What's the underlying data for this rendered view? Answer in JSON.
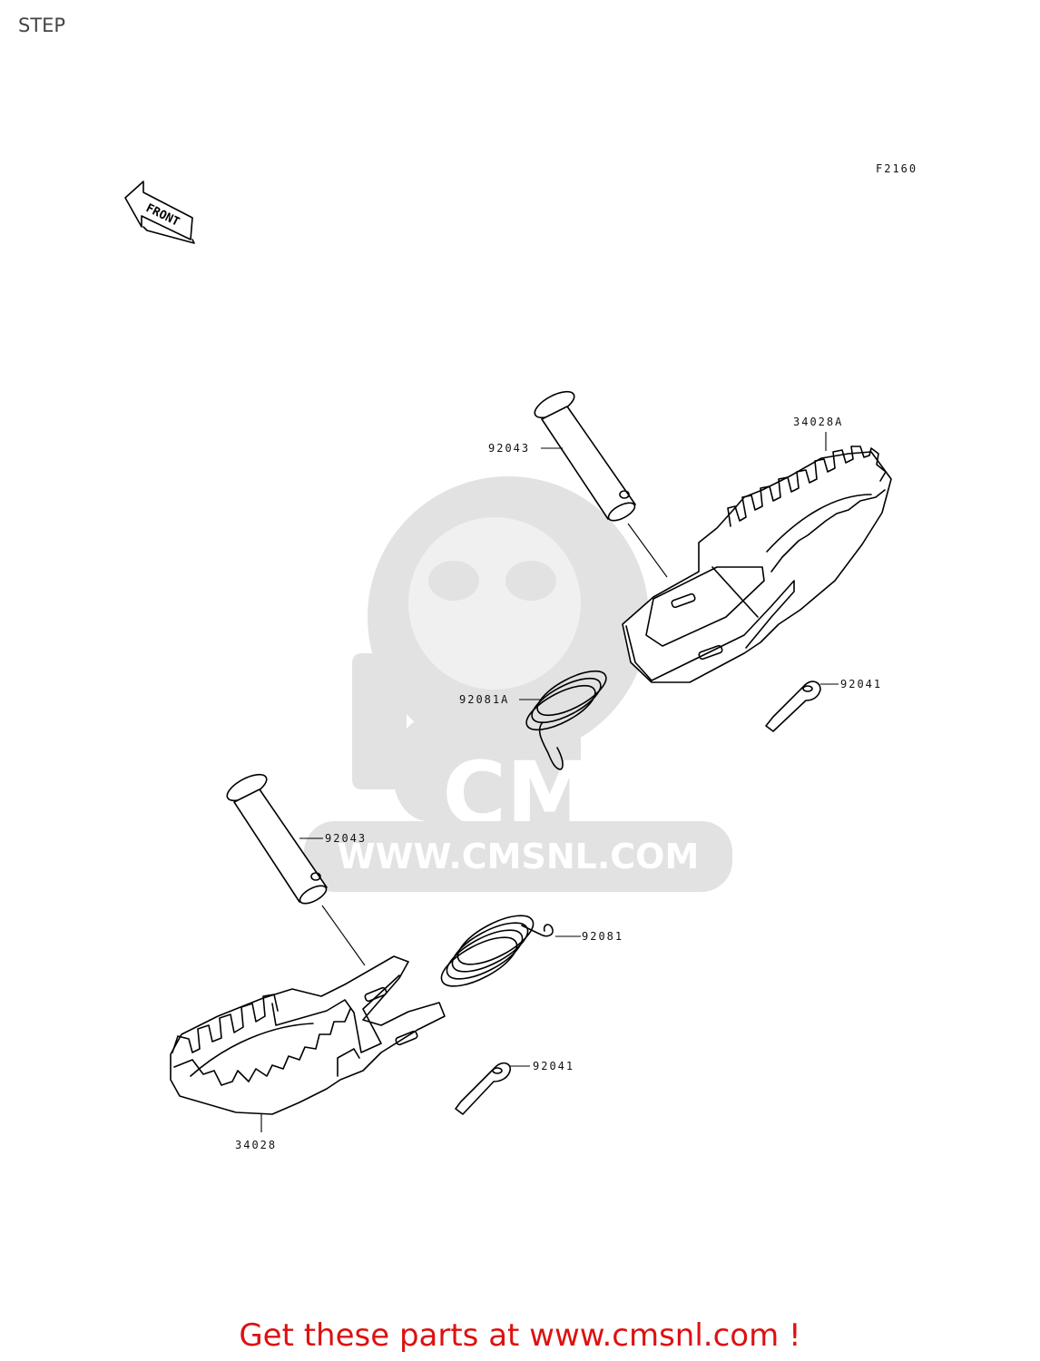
{
  "page": {
    "title": "STEP"
  },
  "figure_code": "F2160",
  "front_marker": "FRONT",
  "watermark": {
    "brand": "CMS",
    "url": "WWW.CMSNL.COM"
  },
  "callouts": {
    "pin_upper": "92043",
    "step_right": "34028A",
    "spring_upper": "92081A",
    "cotter_upper": "92041",
    "pin_lower": "92043",
    "spring_lower": "92081",
    "cotter_lower": "92041",
    "step_left": "34028"
  },
  "promo": "Get these parts at www.cmsnl.com !"
}
